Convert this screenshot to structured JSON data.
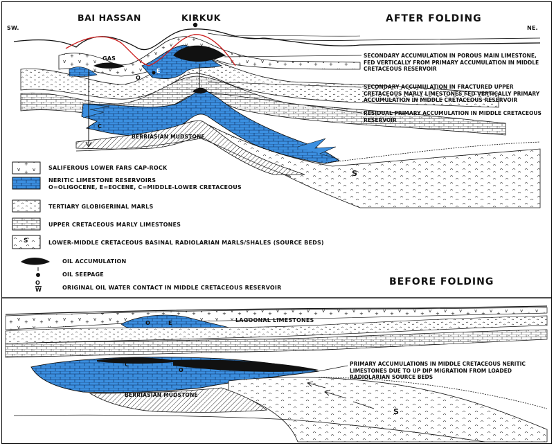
{
  "after": {
    "title": "AFTER FOLDING",
    "sw": "SW.",
    "ne": "NE.",
    "bai_hassan": "BAI HASSAN",
    "kirkuk": "KIRKUK",
    "gas": "GAS",
    "berriasian": "BERRIASIAN MUDSTONE",
    "labels": {
      "o": "O",
      "e": "E",
      "c": "C",
      "s": "S"
    },
    "notes": [
      "SECONDARY ACCUMULATION IN POROUS MAIN LIMESTONE, FED VERTICALLY FROM PRIMARY ACCUMULATION IN MIDDLE CRETACEOUS RESERVOIR",
      "SECONDARY ACCUMULATION IN FRACTURED UPPER CRETACEOUS MARLY LIMESTONES FED VERTICALLY PRIMARY ACCUMULATION IN MIDDLE CRETACEOUS RESERVOIR",
      "RESIDUAL PRIMARY ACCUMULATION IN MIDDLE CRETACEOUS RESERVOIR"
    ]
  },
  "legend": [
    {
      "key": "caprock",
      "label": "SALIFEROUS LOWER FARS CAP-ROCK"
    },
    {
      "key": "neritic",
      "label": "NERITIC LIMESTONE RESERVOIRS",
      "sub": "O=OLIGOCENE, E=EOCENE, C=MIDDLE-LOWER CRETACEOUS"
    },
    {
      "key": "globigerinal",
      "label": "TERTIARY GLOBIGERINAL MARLS"
    },
    {
      "key": "marly",
      "label": "UPPER CRETACEOUS MARLY LIMESTONES"
    },
    {
      "key": "source",
      "label": "LOWER-MIDDLE CRETACEOUS BASINAL RADIOLARIAN MARLS/SHALES (SOURCE BEDS)",
      "symbol": "S"
    },
    {
      "key": "oil",
      "label": "OIL ACCUMULATION"
    },
    {
      "key": "seepage",
      "label": "OIL SEEPAGE"
    },
    {
      "key": "owc",
      "label": "ORIGINAL OIL WATER CONTACT IN MIDDLE CRETACEOUS RESERVOIR",
      "symbol_top": "O",
      "symbol_bottom": "W"
    }
  ],
  "before": {
    "title": "BEFORE FOLDING",
    "lagoonal": "LAGOONAL LIMESTONES",
    "berriasian": "BERRIASIAN MUDSTONE",
    "note": "PRIMARY ACCUMULATIONS IN MIDDLE CRETACEOUS NERITIC LIMESTONES DUE TO UP DIP MIGRATION FROM LOADED RADIOLARIAN SOURCE BEDS",
    "labels": {
      "o": "O",
      "e": "E",
      "c": "C",
      "s": "S"
    }
  },
  "colors": {
    "reservoir": "#3b8fe0",
    "ink": "#111111",
    "seep": "#cc2222"
  }
}
